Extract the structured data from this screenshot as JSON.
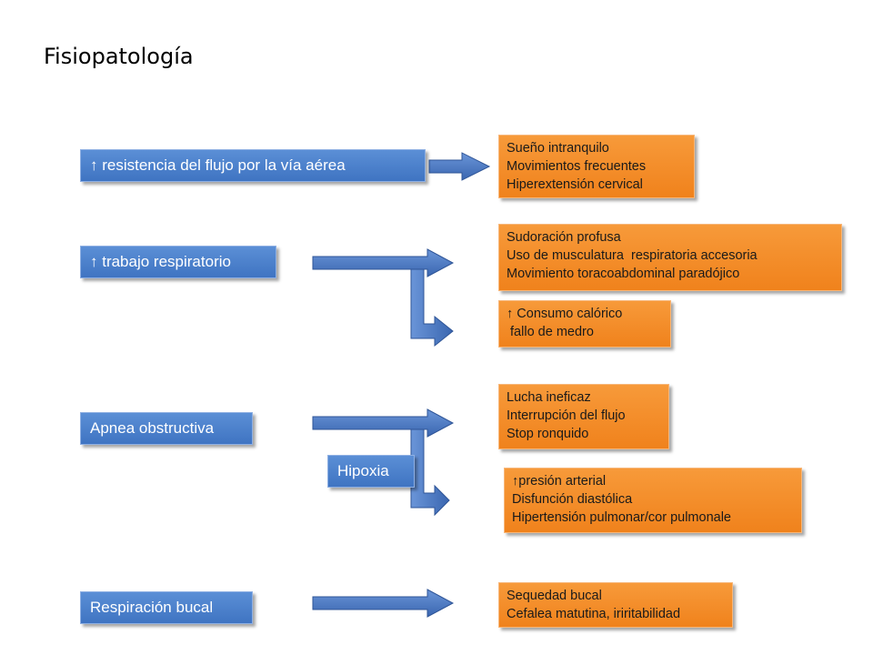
{
  "title": "Fisiopatología",
  "causes": {
    "resistencia": "↑ resistencia del flujo por la vía aérea",
    "trabajo": "↑ trabajo respiratorio",
    "apnea": "Apnea obstructiva",
    "hipoxia": "Hipoxia",
    "bucal": "Respiración bucal"
  },
  "effects": {
    "sueno": [
      "Sueño intranquilo",
      "Movimientos frecuentes",
      "Hiperextensión cervical"
    ],
    "sudoracion": [
      "Sudoración profusa",
      "Uso de musculatura  respiratoria accesoria",
      "Movimiento toracoabdominal paradójico"
    ],
    "consumo": [
      "↑ Consumo calórico",
      " fallo de medro"
    ],
    "lucha": [
      "Lucha ineficaz",
      "Interrupción del flujo",
      "Stop ronquido"
    ],
    "presion": [
      "↑presión arterial",
      "Disfunción diastólica",
      "Hipertensión pulmonar/cor pulmonale"
    ],
    "sequedad": [
      "Sequedad bucal",
      "Cefalea matutina, iriritabilidad"
    ]
  },
  "colors": {
    "blue": "#4a7fcc",
    "orange": "#f28a26",
    "arrow": "#4472c4"
  }
}
